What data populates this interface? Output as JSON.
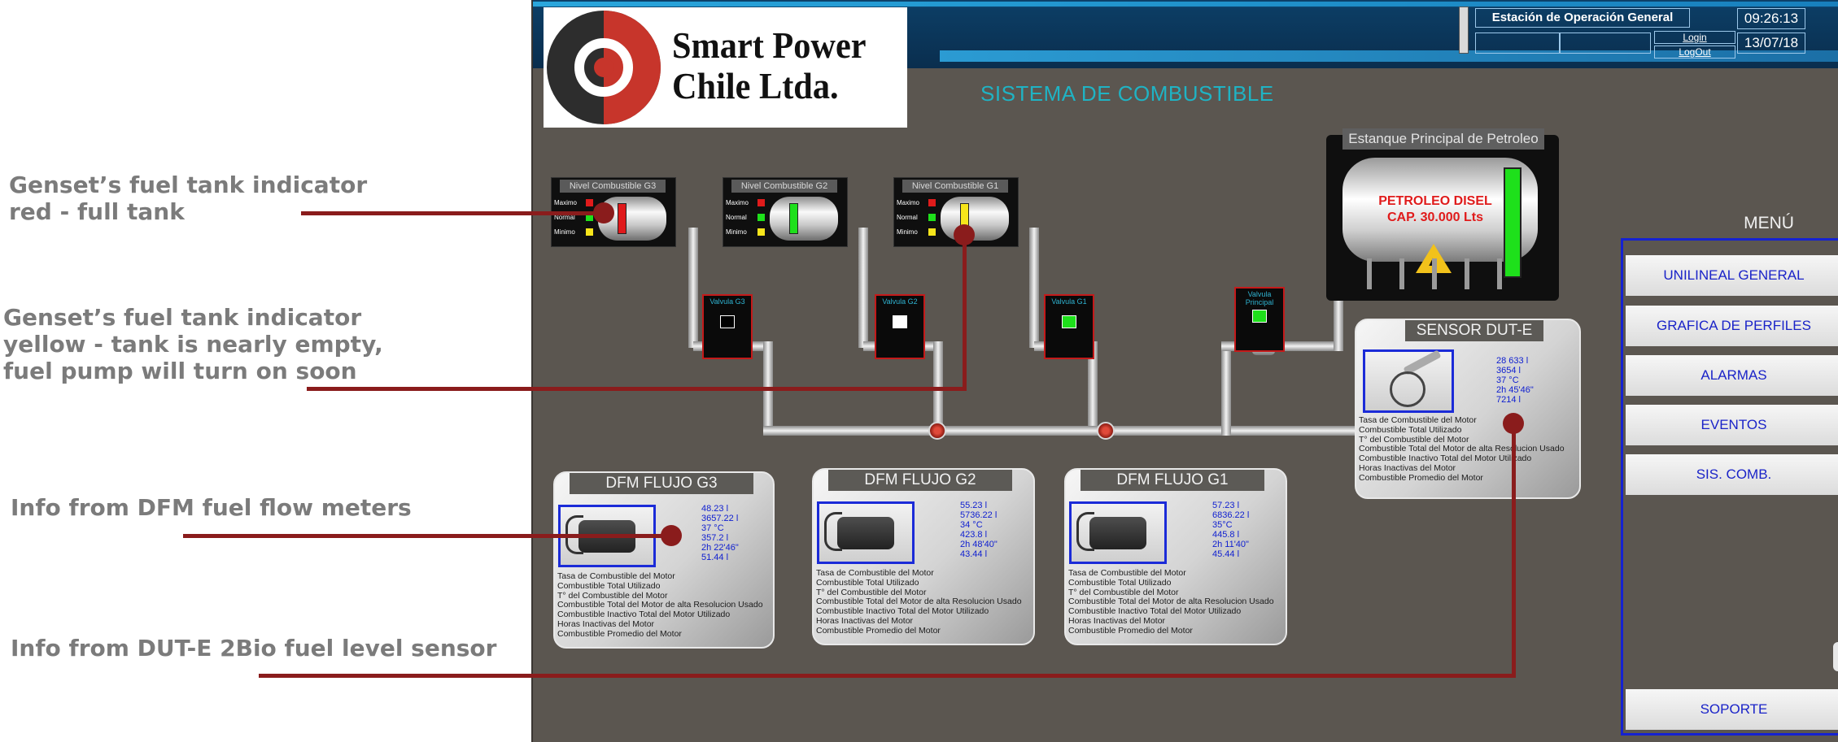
{
  "annotations": [
    {
      "lines": [
        "Genset’s fuel tank indicator",
        "red - full tank"
      ]
    },
    {
      "lines": [
        "Genset’s fuel tank indicator",
        "yellow - tank is nearly empty,",
        "fuel pump will turn on soon"
      ]
    },
    {
      "lines": [
        "Info from DFM fuel flow meters"
      ]
    },
    {
      "lines": [
        "Info from DUT-E 2Bio fuel level sensor"
      ]
    }
  ],
  "header": {
    "station": "Estación de Operación General",
    "login": "Login",
    "logout": "LogOut",
    "time": "09:26:13",
    "date": "13/07/18"
  },
  "logo": {
    "line1": "Smart Power",
    "line2": "Chile Ltda."
  },
  "system_title": "SISTEMA DE COMBUSTIBLE",
  "level_labels": {
    "max": "Maximo",
    "normal": "Normal",
    "min": "Minimo"
  },
  "tanks": [
    {
      "title": "Nivel Combustible G3",
      "level_color": "#e0191b"
    },
    {
      "title": "Nivel Combustible G2",
      "level_color": "#1ee01b"
    },
    {
      "title": "Nivel Combustible G1",
      "level_color": "#f6e51b"
    }
  ],
  "valves": [
    {
      "label": "Valvula G3",
      "indicator_color": "#000000"
    },
    {
      "label": "Valvula G2",
      "indicator_color": "#ffffff"
    },
    {
      "label": "Valvula G1",
      "indicator_color": "#1ee01b"
    },
    {
      "label": "Valvula Principal",
      "indicator_color": "#1ee01b"
    }
  ],
  "main_tank": {
    "title": "Estanque Principal de Petroleo",
    "label_line1": "PETROLEO DISEL",
    "label_line2": "CAP. 30.000 Lts",
    "level_color": "#1ee01b"
  },
  "field_labels": [
    "Tasa de Combustible del Motor",
    "Combustible Total Utilizado",
    "T° del Combustible del Motor",
    "Combustible Total del Motor de alta Resolucion Usado",
    "Combustible Inactivo Total del Motor Utilizado",
    "Horas Inactivas del Motor",
    "Combustible Promedio del Motor"
  ],
  "dfm_cards": [
    {
      "title": "DFM FLUJO G3",
      "values": [
        "48.23 l",
        "3657.22 l",
        "37 °C",
        "357.2 l",
        "2h 22'46\"",
        "51.44 l"
      ]
    },
    {
      "title": "DFM FLUJO G2",
      "values": [
        "55.23 l",
        "5736.22 l",
        "34 °C",
        "423.8 l",
        "2h 48'40\"",
        "43.44 l"
      ]
    },
    {
      "title": "DFM FLUJO G1",
      "values": [
        "57.23 l",
        "6836.22 l",
        "35°C",
        "445.8 l",
        "2h 11'40\"",
        "45.44 l"
      ]
    }
  ],
  "sensor_card": {
    "title": "SENSOR DUT-E",
    "values": [
      "28 633 l",
      "3654 l",
      "37 °C",
      "2h 45'46\"",
      "7214 l"
    ]
  },
  "menu": {
    "title": "MENÚ",
    "items": [
      "UNILINEAL GENERAL",
      "GRAFICA DE PERFILES",
      "ALARMAS",
      "EVENTOS",
      "SIS. COMB."
    ],
    "support": "SOPORTE"
  },
  "colors": {
    "accent_blue": "#1522d1",
    "leader_red": "#8a1c1c",
    "panel_bg": "#5b5650"
  }
}
